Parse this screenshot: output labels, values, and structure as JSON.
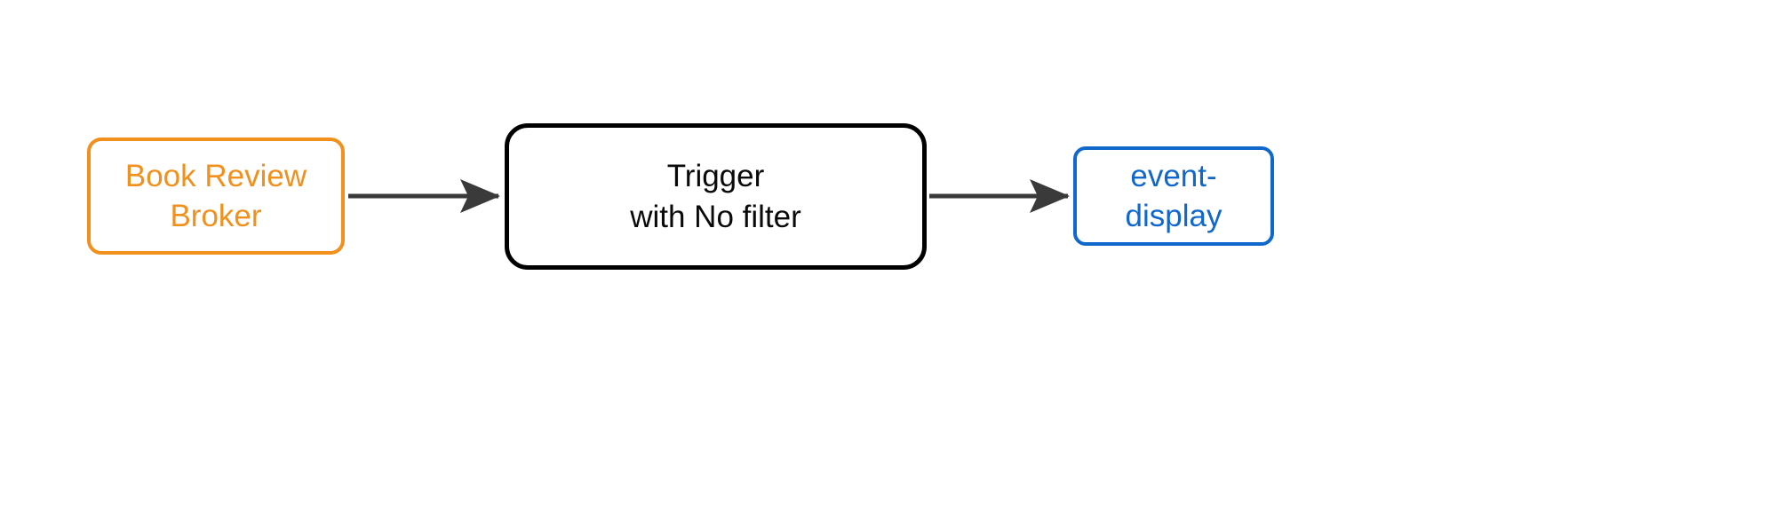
{
  "diagram": {
    "type": "flow",
    "direction": "left-to-right",
    "background_color": "#ffffff",
    "nodes": [
      {
        "id": "source",
        "label": "Book Review\nBroker",
        "label_lines": [
          "Book Review",
          "Broker"
        ],
        "shape": "rounded-rectangle",
        "border_color": "#f1901c",
        "text_color": "#f1901c",
        "fill_color": "#ffffff",
        "role": "broker"
      },
      {
        "id": "trigger",
        "label": "Trigger\nwith No filter",
        "label_lines": [
          "Trigger",
          "with No filter"
        ],
        "shape": "rounded-rectangle",
        "border_color": "#000000",
        "text_color": "#0a0a0a",
        "fill_color": "#ffffff",
        "role": "trigger"
      },
      {
        "id": "sink",
        "label": "event-display",
        "label_lines": [
          "event-display"
        ],
        "shape": "rounded-rectangle",
        "border_color": "#1168cc",
        "text_color": "#1168cc",
        "fill_color": "#ffffff",
        "role": "sink"
      }
    ],
    "edges": [
      {
        "id": "edge-source-trigger",
        "from": "source",
        "to": "trigger",
        "label": "",
        "color": "#3a3a3a",
        "arrowhead": "solid-triangle"
      },
      {
        "id": "edge-trigger-sink",
        "from": "trigger",
        "to": "sink",
        "label": "",
        "color": "#3a3a3a",
        "arrowhead": "solid-triangle"
      }
    ]
  },
  "colors": {
    "broker_orange": "#f1901c",
    "trigger_black": "#000000",
    "sink_blue": "#1168cc",
    "arrow_gray": "#3a3a3a",
    "canvas_white": "#ffffff"
  }
}
